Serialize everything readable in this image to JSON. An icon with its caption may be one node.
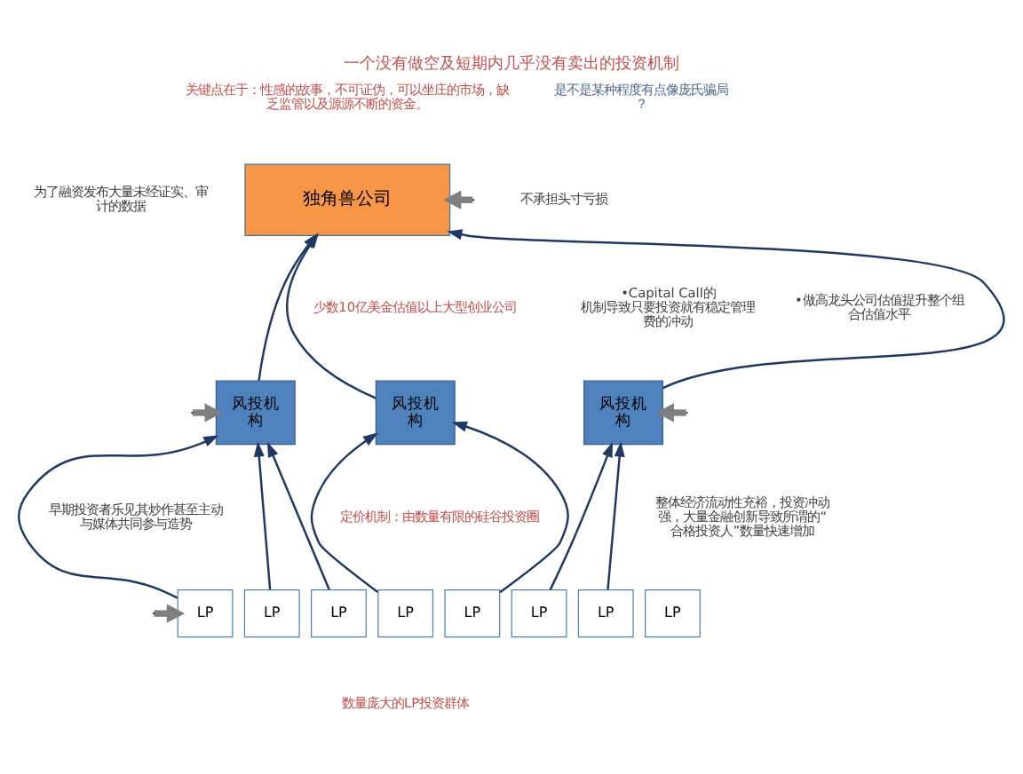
{
  "diagram": {
    "title": "一个没有做空及短期内几乎没有卖出的投资机制",
    "nodes": [
      {
        "text": [
          "独角兽公司"
        ]
      },
      {
        "text": [
          "风投机构"
        ]
      },
      {
        "text": [
          "风投机构"
        ]
      },
      {
        "text": [
          "风投机构"
        ]
      },
      {
        "text": [
          "LP"
        ]
      },
      {
        "text": [
          "LP"
        ]
      },
      {
        "text": [
          "LP"
        ]
      },
      {
        "text": [
          "LP"
        ]
      },
      {
        "text": [
          "LP"
        ]
      },
      {
        "text": [
          "LP"
        ]
      },
      {
        "text": [
          "LP"
        ]
      },
      {
        "text": [
          "LP"
        ]
      }
    ],
    "edges": [
      {
        "from": 1,
        "to": 0,
        "arrow": "to"
      },
      {
        "from": 2,
        "to": 0,
        "arrow": "to"
      },
      {
        "from": 3,
        "to": 0,
        "arrow": "to"
      },
      {
        "from": 4,
        "to": 1,
        "arrow": "to"
      },
      {
        "from": 5,
        "to": 1,
        "arrow": "to"
      },
      {
        "from": 6,
        "to": 1,
        "arrow": "to"
      },
      {
        "from": 7,
        "to": 2,
        "arrow": "to"
      },
      {
        "from": 8,
        "to": 2,
        "arrow": "to"
      },
      {
        "from": 9,
        "to": 3,
        "arrow": "to"
      },
      {
        "from": 10,
        "to": 3,
        "arrow": "to"
      },
      {
        "from": null,
        "to": 1,
        "arrow": "to",
        "style": "thick",
        "color": "#7f7f7f"
      },
      {
        "from": null,
        "to": 4,
        "arrow": "to",
        "style": "thick",
        "color": "#7f7f7f"
      },
      {
        "from": null,
        "to": 0,
        "arrow": "to",
        "style": "thick",
        "color": "#7f7f7f"
      },
      {
        "from": null,
        "to": 3,
        "arrow": "to",
        "style": "thick",
        "color": "#7f7f7f"
      }
    ],
    "labels": [
      "关键点在于：性感的故事，不可证伪，可以坐庄的市场，缺乏监管以及源源不断的资金。",
      "是不是某种程度有点像庞氏骗局？",
      "为了融资发布大量未经证实、审计的数据",
      "不承担头寸亏损",
      "•Capital Call的机制导致只要投资就有稳定管理费的冲动",
      "•做高龙头公司估值提升整个组合估值水平",
      "少数10亿美金估值以上大型创业公司",
      "早期投资者乐见其炒作甚至主动与媒体共同参与造势",
      "定价机制：由数量有限的硅谷投资圈",
      "整体经济流动性充裕，投资冲动强，大量金融创新导致所谓的“合格投资人”数量快速增加",
      "数量庞大的LP投资群体"
    ]
  }
}
